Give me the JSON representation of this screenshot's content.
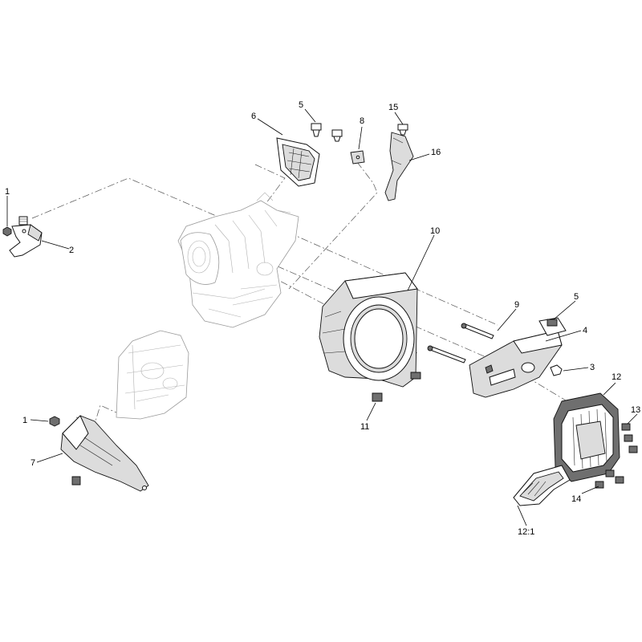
{
  "callouts": [
    {
      "id": "c1a",
      "label": "1"
    },
    {
      "id": "c2",
      "label": "2"
    },
    {
      "id": "c5a",
      "label": "5"
    },
    {
      "id": "c6",
      "label": "6"
    },
    {
      "id": "c8",
      "label": "8"
    },
    {
      "id": "c15",
      "label": "15"
    },
    {
      "id": "c16",
      "label": "16"
    },
    {
      "id": "c10",
      "label": "10"
    },
    {
      "id": "c9",
      "label": "9"
    },
    {
      "id": "c5b",
      "label": "5"
    },
    {
      "id": "c4",
      "label": "4"
    },
    {
      "id": "c3",
      "label": "3"
    },
    {
      "id": "c12",
      "label": "12"
    },
    {
      "id": "c13",
      "label": "13"
    },
    {
      "id": "c14",
      "label": "14"
    },
    {
      "id": "c121",
      "label": "12:1"
    },
    {
      "id": "c11",
      "label": "11"
    },
    {
      "id": "c1b",
      "label": "1"
    },
    {
      "id": "c7",
      "label": "7"
    }
  ]
}
